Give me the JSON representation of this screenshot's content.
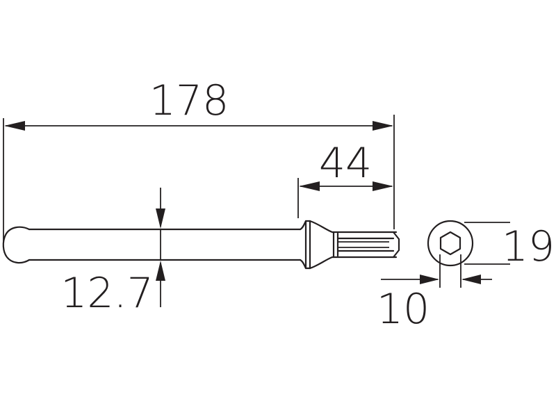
{
  "dimensions": {
    "overall_length": "178",
    "hex_shank_length": "44",
    "shaft_diameter": "12.7",
    "collar_diameter": "19",
    "hex_size": "10"
  },
  "colors": {
    "ink": "#231f20",
    "background": "#ffffff"
  }
}
